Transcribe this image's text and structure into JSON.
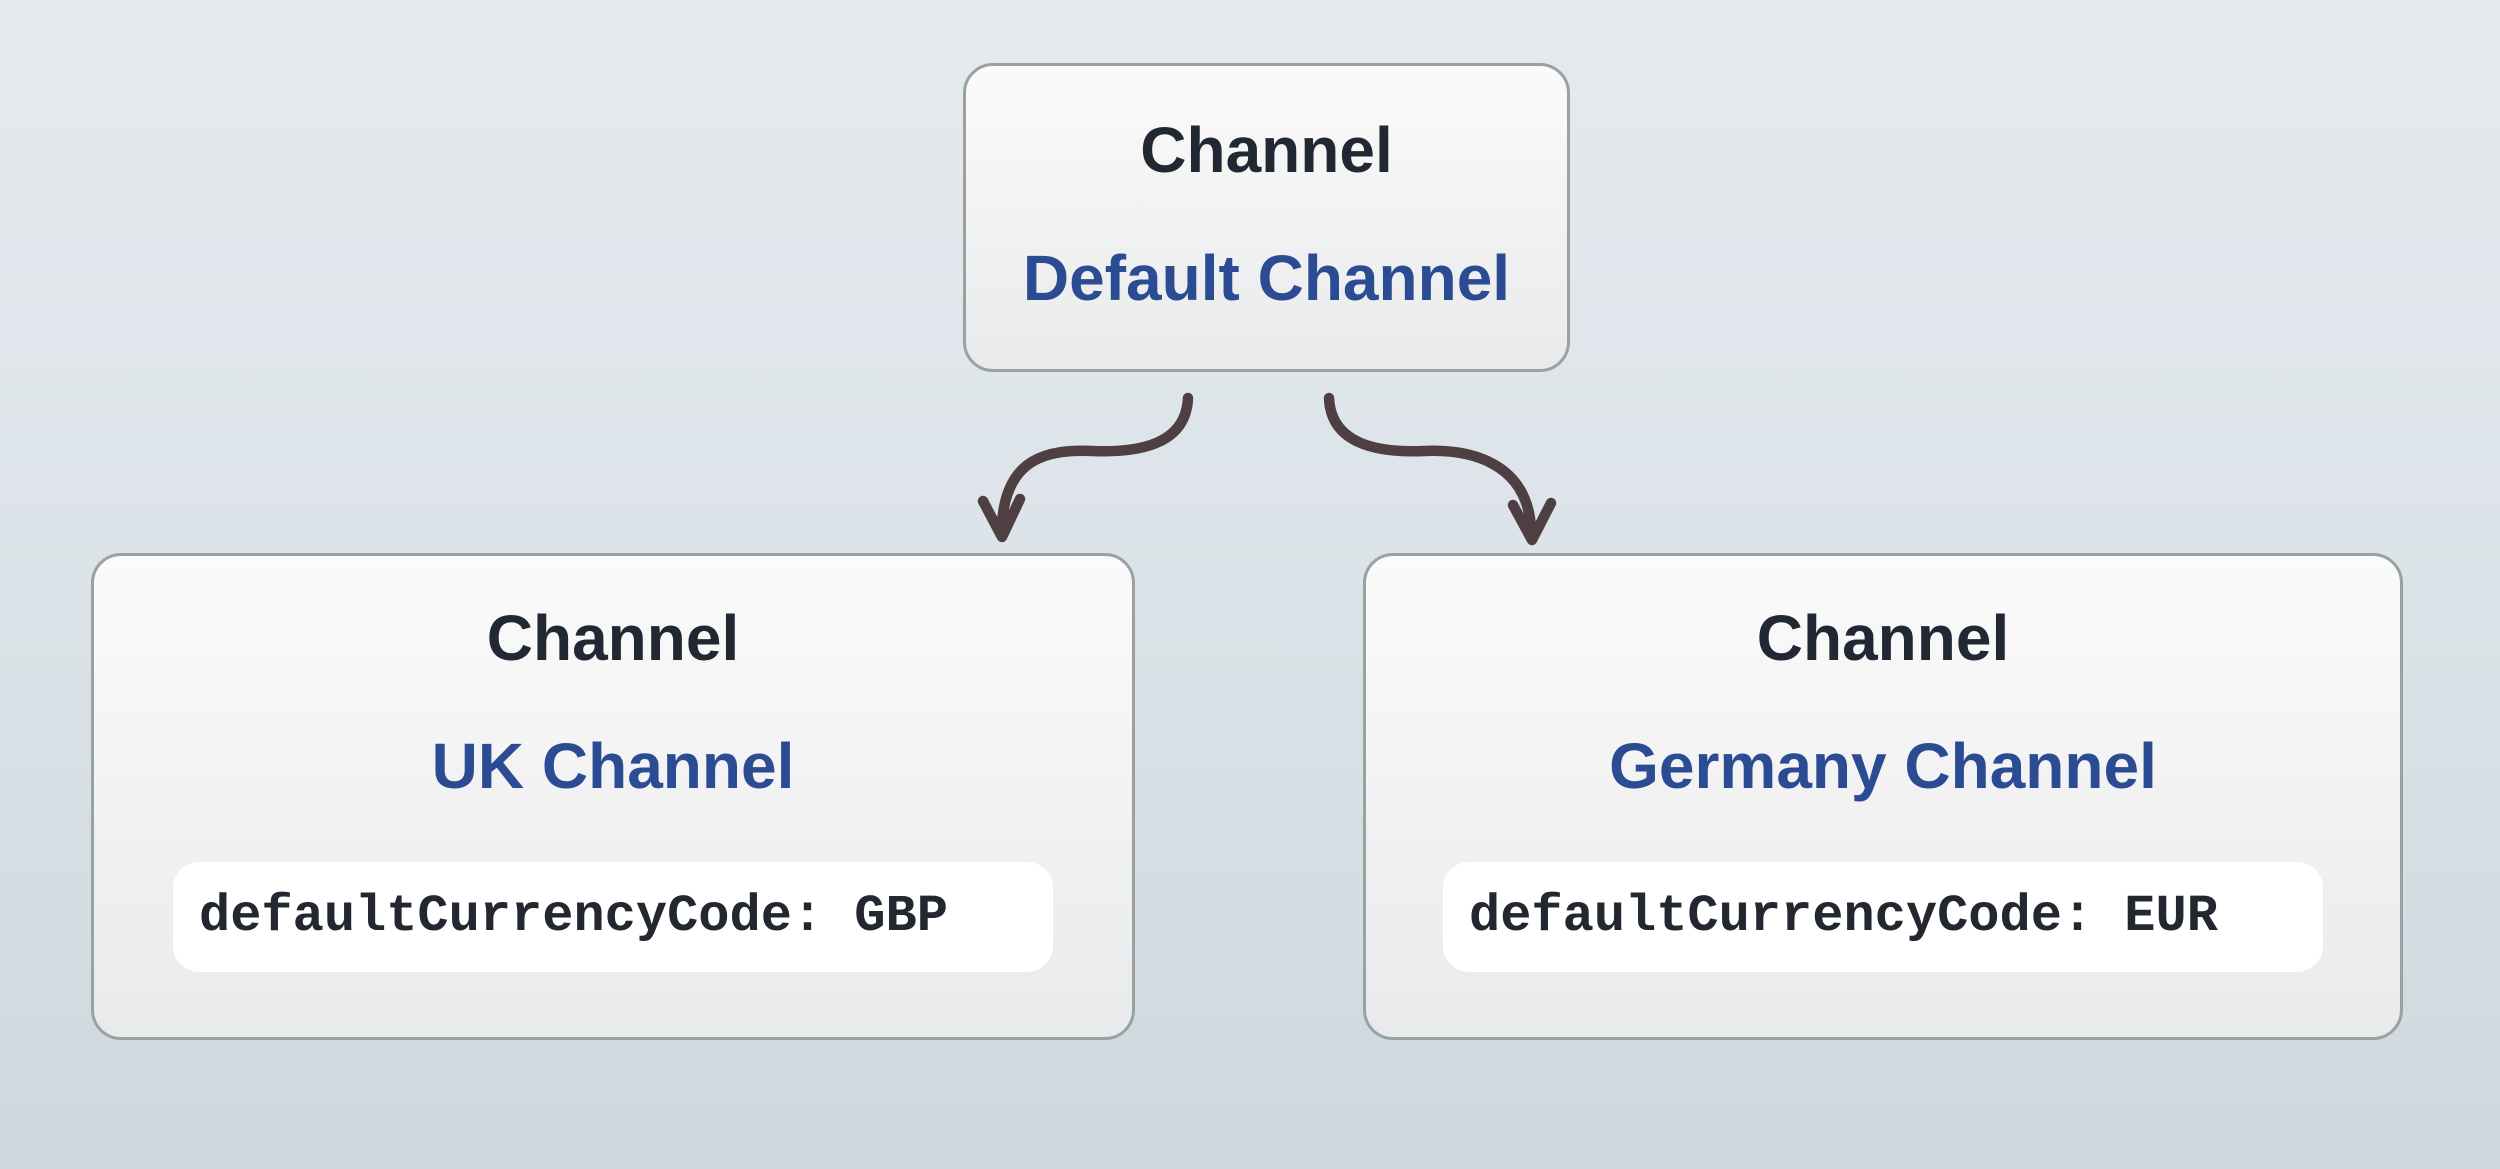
{
  "diagram": {
    "nodes": {
      "root": {
        "type_label": "Channel",
        "name": "Default Channel"
      },
      "uk": {
        "type_label": "Channel",
        "name": "UK Channel",
        "attribute": "defaultCurrencyCode: GBP"
      },
      "germany": {
        "type_label": "Channel",
        "name": "Germany Channel",
        "attribute": "defaultCurrencyCode: EUR"
      }
    },
    "edges": [
      {
        "from": "Default Channel",
        "to": "UK Channel"
      },
      {
        "from": "Default Channel",
        "to": "Germany Channel"
      }
    ],
    "colors": {
      "background_top": "#e5eaee",
      "background_bottom": "#cdd8dd",
      "node_fill_top": "#fbfbfb",
      "node_fill_bottom": "#e9eaeb",
      "node_border": "#99a1a2",
      "title_color": "#212733",
      "name_color": "#2b4b93",
      "code_text": "#23272f",
      "code_bg": "#ffffff",
      "arrow": "#4e3f43"
    }
  }
}
